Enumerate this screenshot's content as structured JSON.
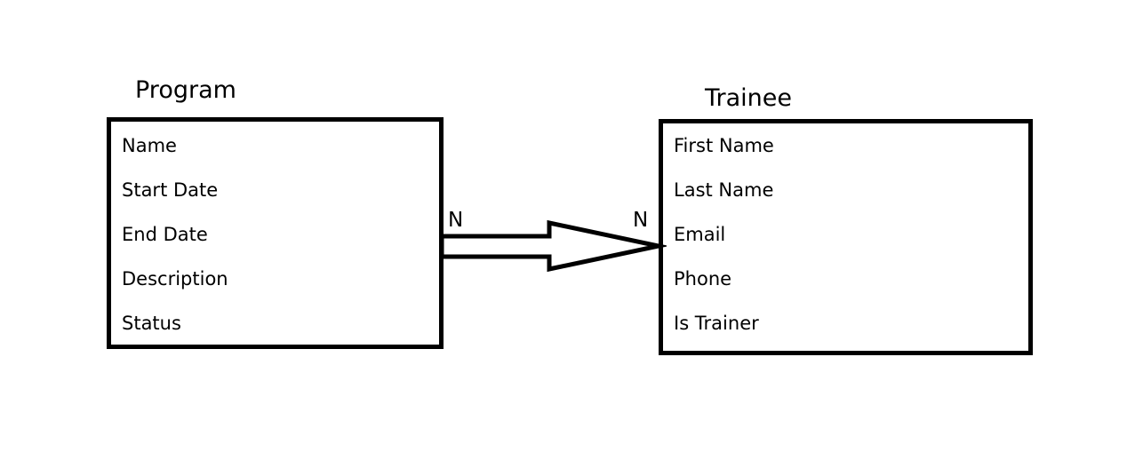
{
  "diagram": {
    "type": "entity-relationship",
    "entities": [
      {
        "name": "Program",
        "attributes": [
          "Name",
          "Start Date",
          "End Date",
          "Description",
          "Status"
        ]
      },
      {
        "name": "Trainee",
        "attributes": [
          "First Name",
          "Last Name",
          "Email",
          "Phone",
          "Is Trainer"
        ]
      }
    ],
    "relationship": {
      "from": "Program",
      "to": "Trainee",
      "from_cardinality": "N",
      "to_cardinality": "N",
      "arrow_style": "hollow-block-arrow",
      "arrow_direction": "right"
    },
    "colors": {
      "line": "#000000",
      "background": "#ffffff",
      "shape_fill": "#ffffff"
    }
  }
}
